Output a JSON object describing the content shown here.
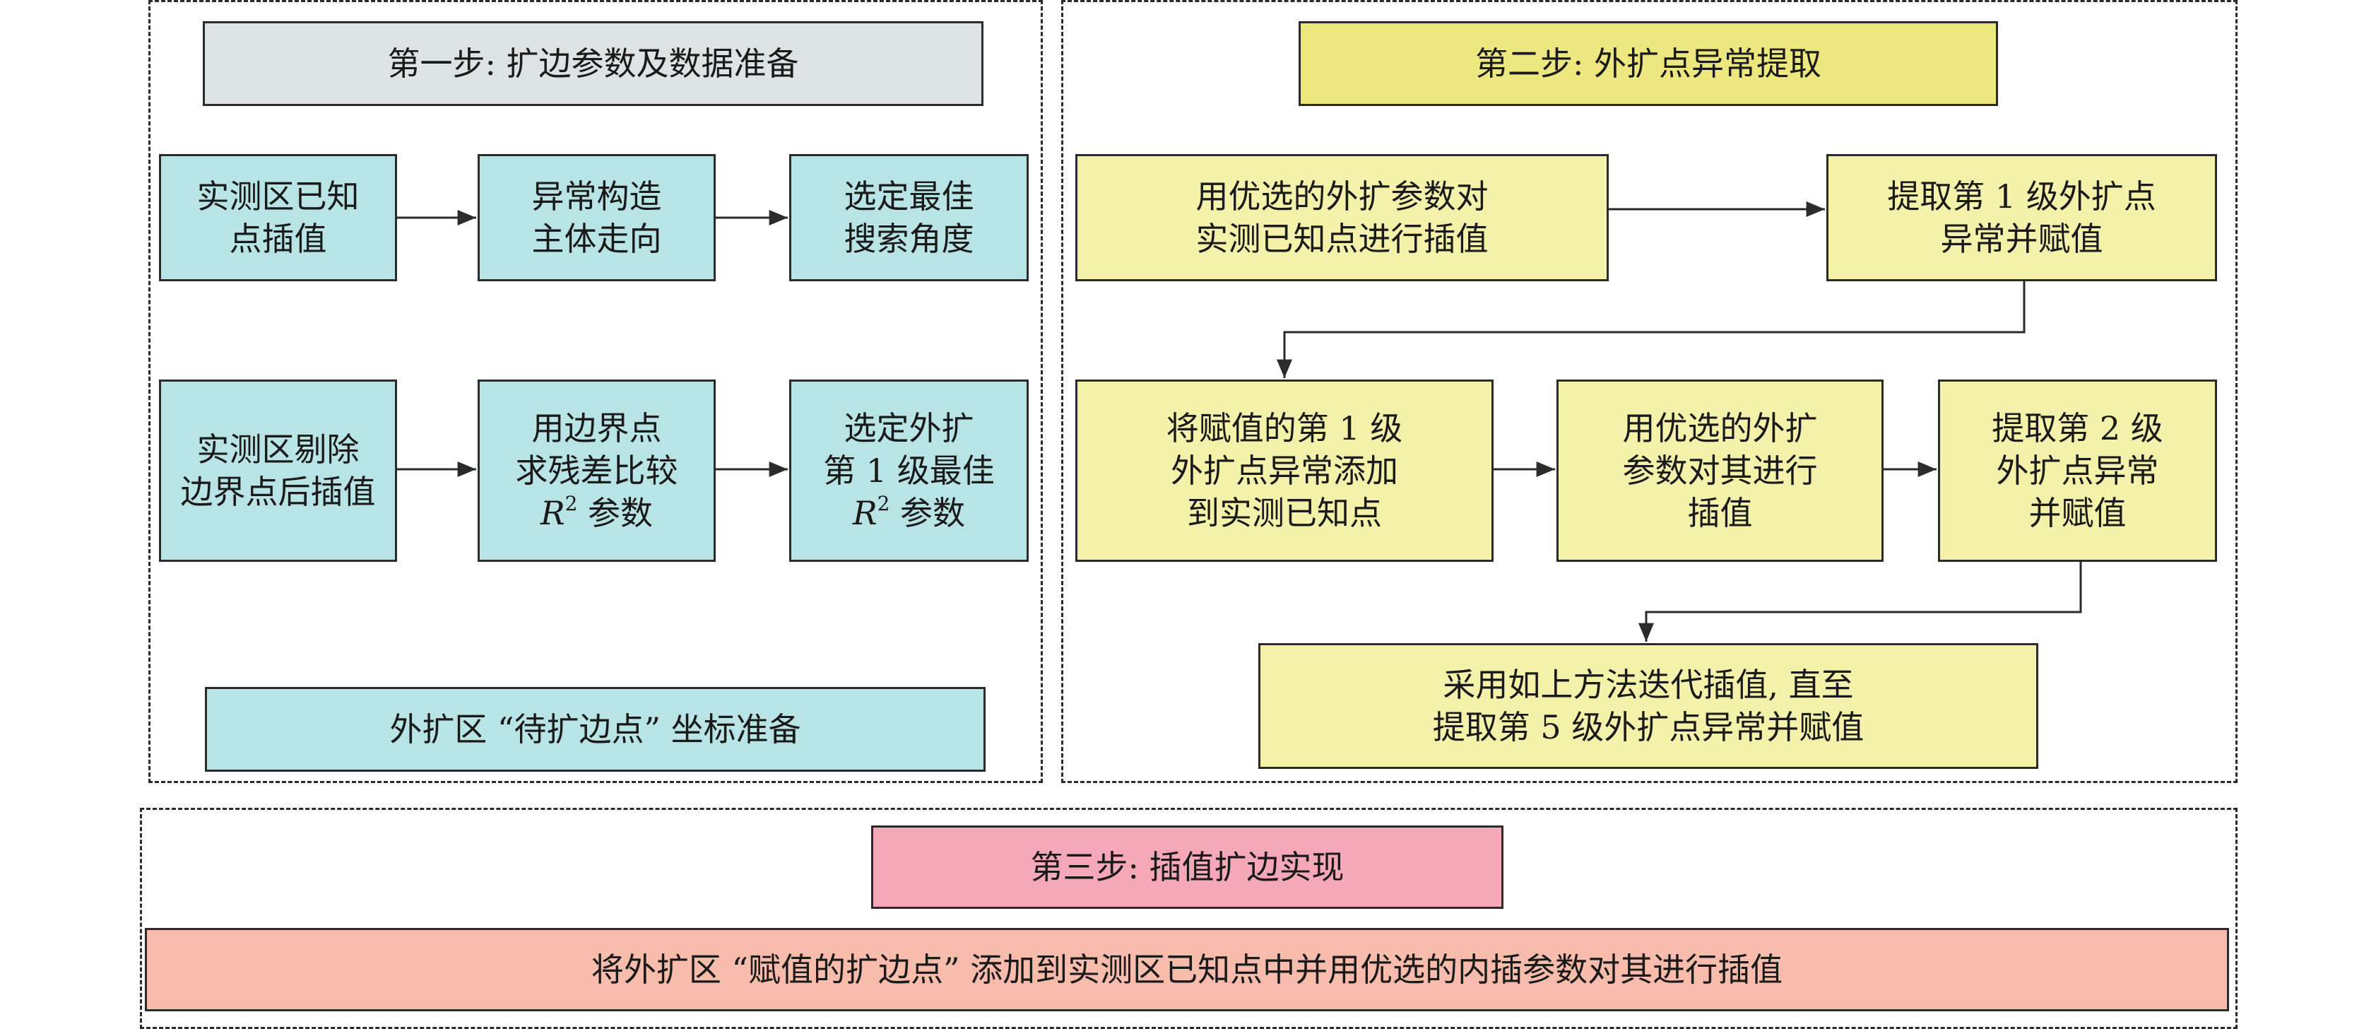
{
  "step1": {
    "title": "第一步: 扩边参数及数据准备",
    "row1": [
      {
        "lines": [
          "实测区已知",
          "点插值"
        ]
      },
      {
        "lines": [
          "异常构造",
          "主体走向"
        ]
      },
      {
        "lines": [
          "选定最佳",
          "搜索角度"
        ]
      }
    ],
    "row2": [
      {
        "lines": [
          "实测区剔除",
          "边界点后插值"
        ]
      },
      {
        "lines": [
          "用边界点",
          "求残差比较"
        ],
        "r2_var": "R",
        "r2_sup": "2",
        "r2_text": " 参数"
      },
      {
        "lines": [
          "选定外扩",
          "第 1 级最佳"
        ],
        "r2_var": "R",
        "r2_sup": "2",
        "r2_text": " 参数"
      }
    ],
    "bottom": "外扩区 “待扩边点” 坐标准备"
  },
  "step2": {
    "title": "第二步: 外扩点异常提取",
    "box_interp": [
      "用优选的外扩参数对",
      "实测已知点进行插值"
    ],
    "box_level1": [
      "提取第 1 级外扩点",
      "异常并赋值"
    ],
    "box_add": [
      "将赋值的第 1 级",
      "外扩点异常添加",
      "到实测已知点"
    ],
    "box_reinterp": [
      "用优选的外扩",
      "参数对其进行",
      "插值"
    ],
    "box_level2": [
      "提取第 2 级",
      "外扩点异常",
      "并赋值"
    ],
    "box_iterate": [
      "采用如上方法迭代插值, 直至",
      "提取第 5 级外扩点异常并赋值"
    ]
  },
  "step3": {
    "title": "第三步: 插值扩边实现",
    "body": "将外扩区 “赋值的扩边点” 添加到实测区已知点中并用优选的内插参数对其进行插值"
  },
  "colors": {
    "step1_title": "#dde2e2",
    "step1_box": "#b9e4e6",
    "step2_title": "#ece87f",
    "step2_box": "#f3f1aa",
    "step3_title": "#f5a8b8",
    "step3_box": "#f8bcac"
  }
}
